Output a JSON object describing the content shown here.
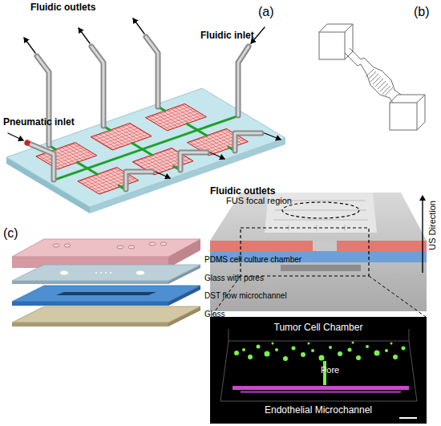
{
  "diagram": {
    "nodes": [
      {
        "text": [
          "Tumor Cell Chamber",
          "Pore",
          "Endothelial Microchannel"
        ]
      }
    ],
    "labels": [
      "Fluidic outlets",
      "(a)",
      "(b)",
      "Fluidic inlet",
      "Pneumatic inlet",
      "Fluidic outlets",
      "(c)",
      "FUS focal region",
      "US Direction",
      "PDMS cell culture chamber",
      "Glass with pores",
      "DST flow microchannel",
      "Glass"
    ]
  }
}
